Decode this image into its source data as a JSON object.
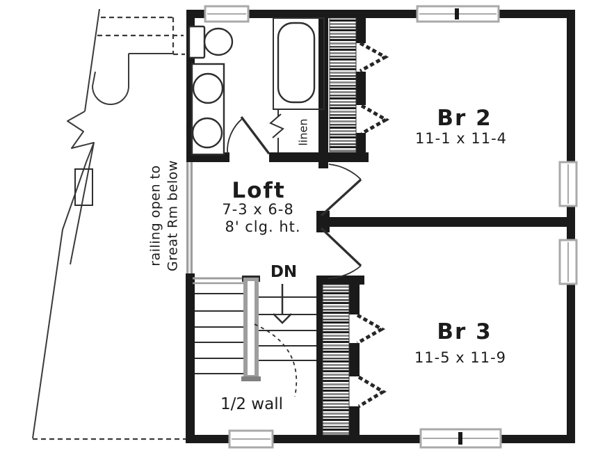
{
  "plan": {
    "rooms": {
      "loft": {
        "name": "Loft",
        "dims": "7-3 x 6-8",
        "ceiling": "8' clg. ht."
      },
      "br2": {
        "name": "Br 2",
        "dims": "11-1 x 11-4"
      },
      "br3": {
        "name": "Br 3",
        "dims": "11-5 x 11-9"
      },
      "linen": {
        "name": "linen"
      }
    },
    "labels": {
      "stairs_direction": "DN",
      "half_wall": "1/2 wall",
      "railing_note_line1": "railing open to",
      "railing_note_line2": "Great Rm below"
    },
    "colors": {
      "wall": "#1a1a1a",
      "line": "#2e2e2e",
      "window_frame": "#a9a9a9",
      "railing_gray": "#9e9e9e",
      "background": "#ffffff",
      "text": "#1c1c1c"
    }
  }
}
